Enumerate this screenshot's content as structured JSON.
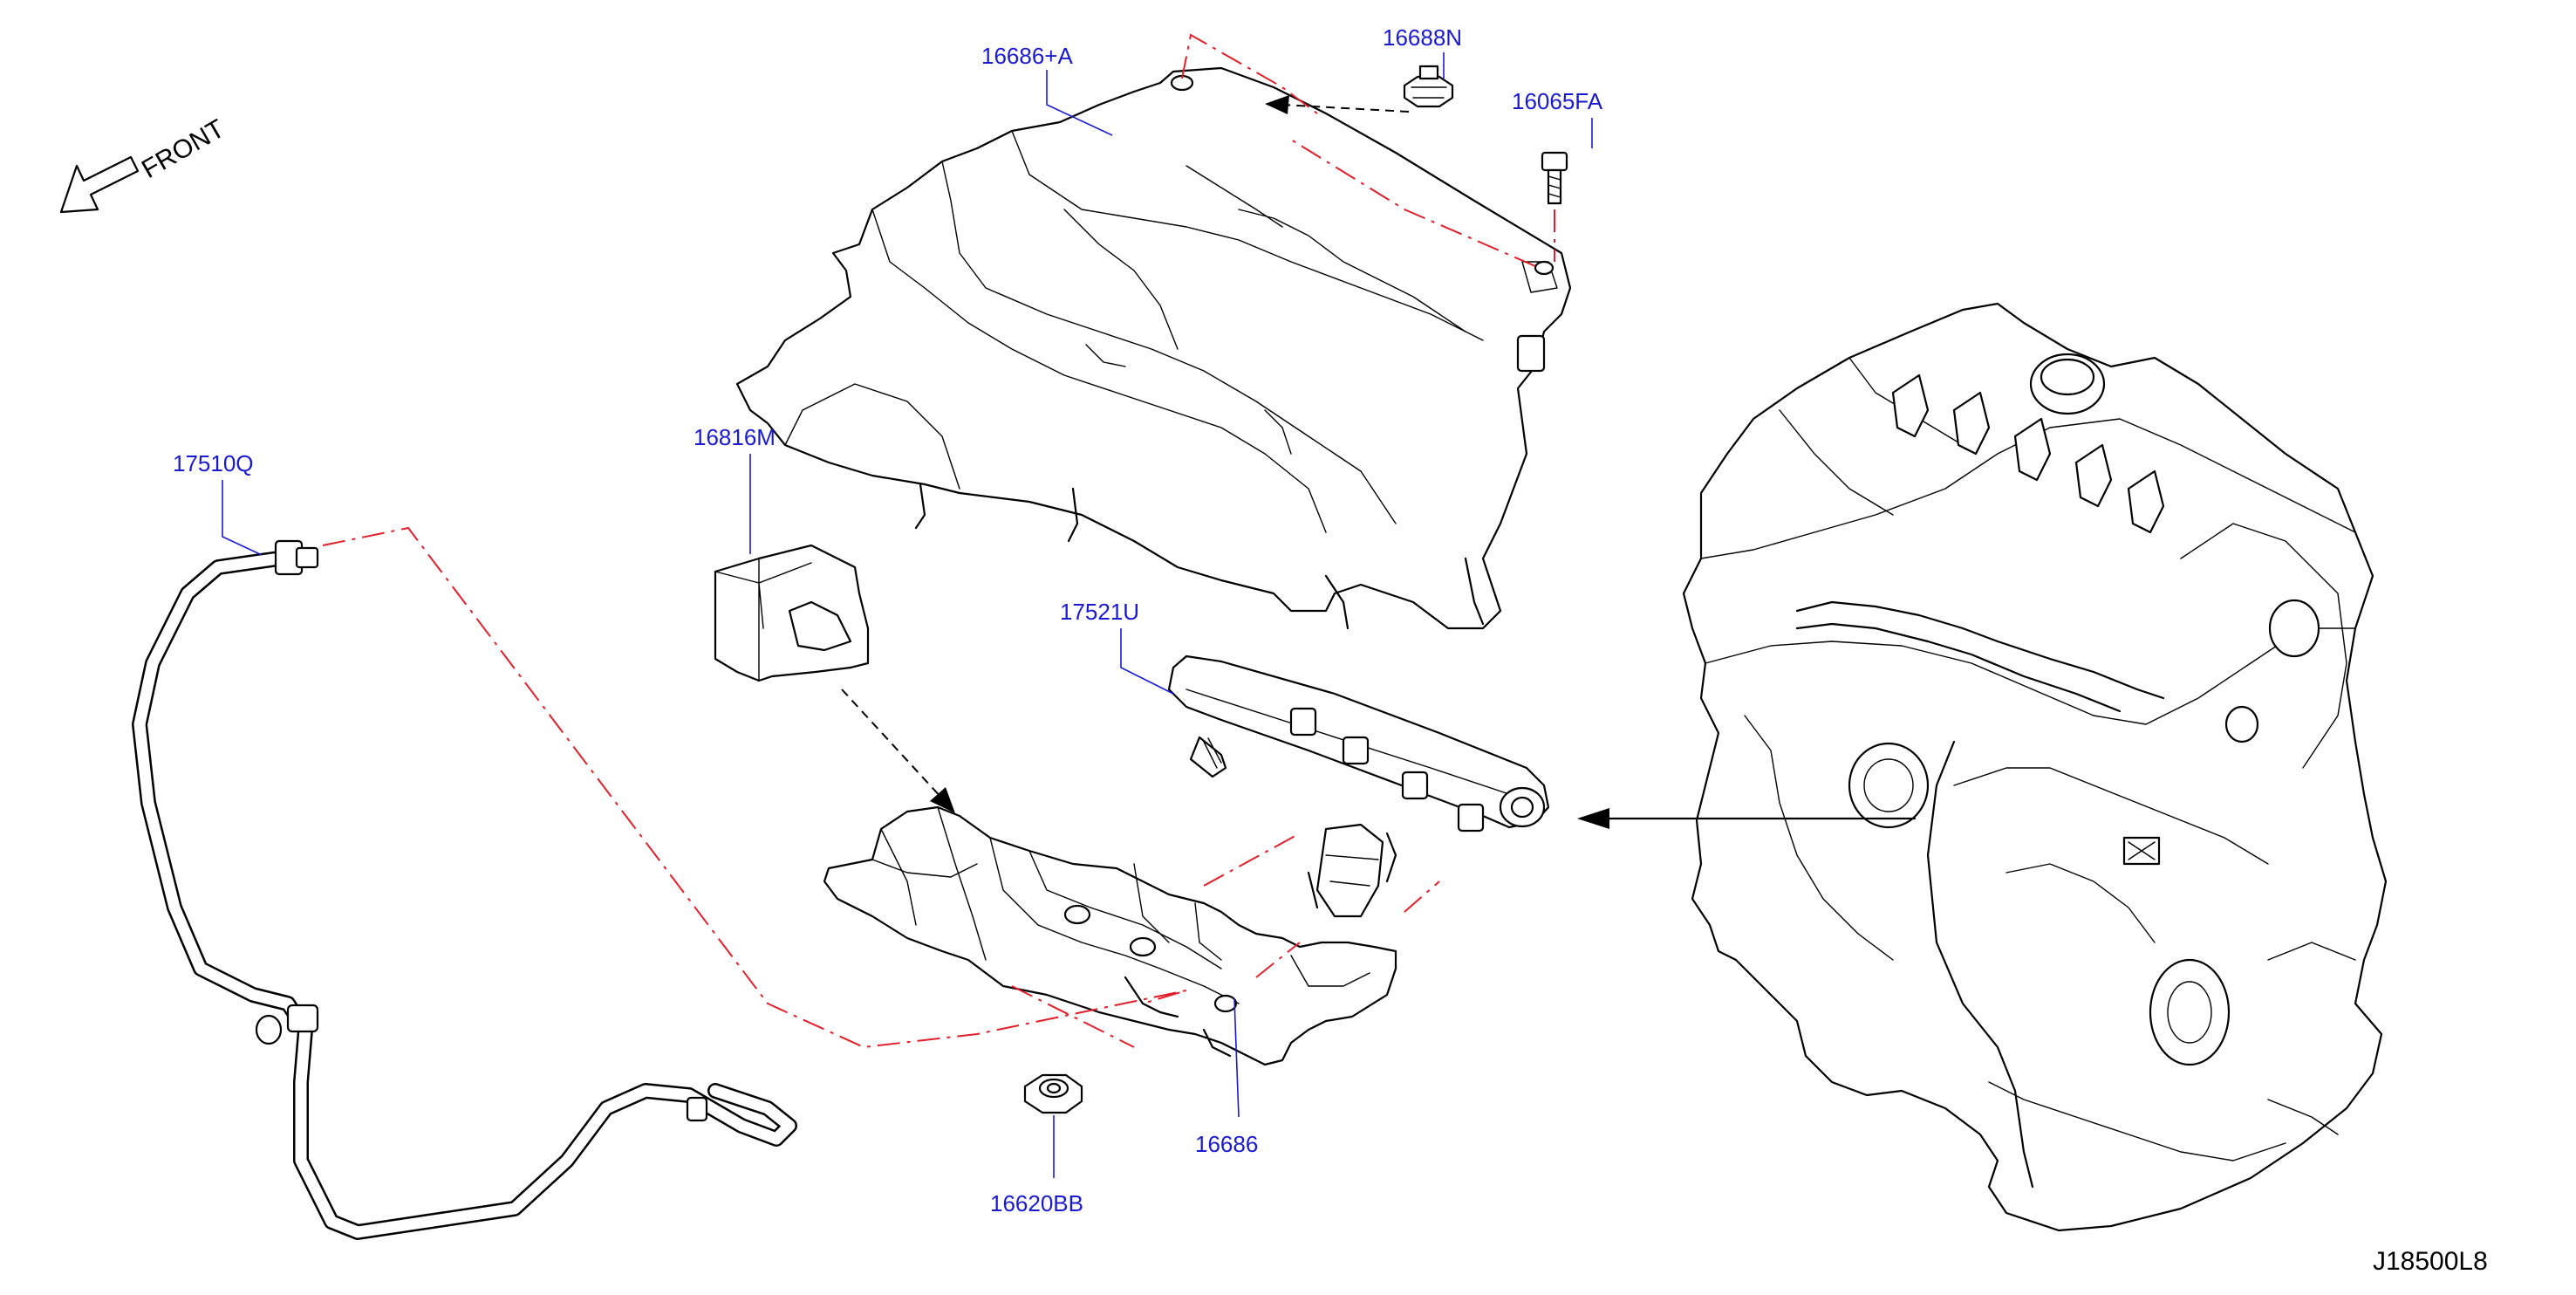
{
  "diagram": {
    "front_label": "FRONT",
    "diagram_id": "J18500L8",
    "parts": [
      {
        "id": "p-16686A",
        "label": "16686+A"
      },
      {
        "id": "p-16688N",
        "label": "16688N"
      },
      {
        "id": "p-16065FA",
        "label": "16065FA"
      },
      {
        "id": "p-17510Q",
        "label": "17510Q"
      },
      {
        "id": "p-16816M",
        "label": "16816M"
      },
      {
        "id": "p-17521U",
        "label": "17521U"
      },
      {
        "id": "p-16686",
        "label": "16686"
      },
      {
        "id": "p-16620BB",
        "label": "16620BB"
      }
    ]
  },
  "colors": {
    "label": "#1a1ad0",
    "red_guide": "#e0202a",
    "line": "#000000",
    "background": "#ffffff"
  }
}
